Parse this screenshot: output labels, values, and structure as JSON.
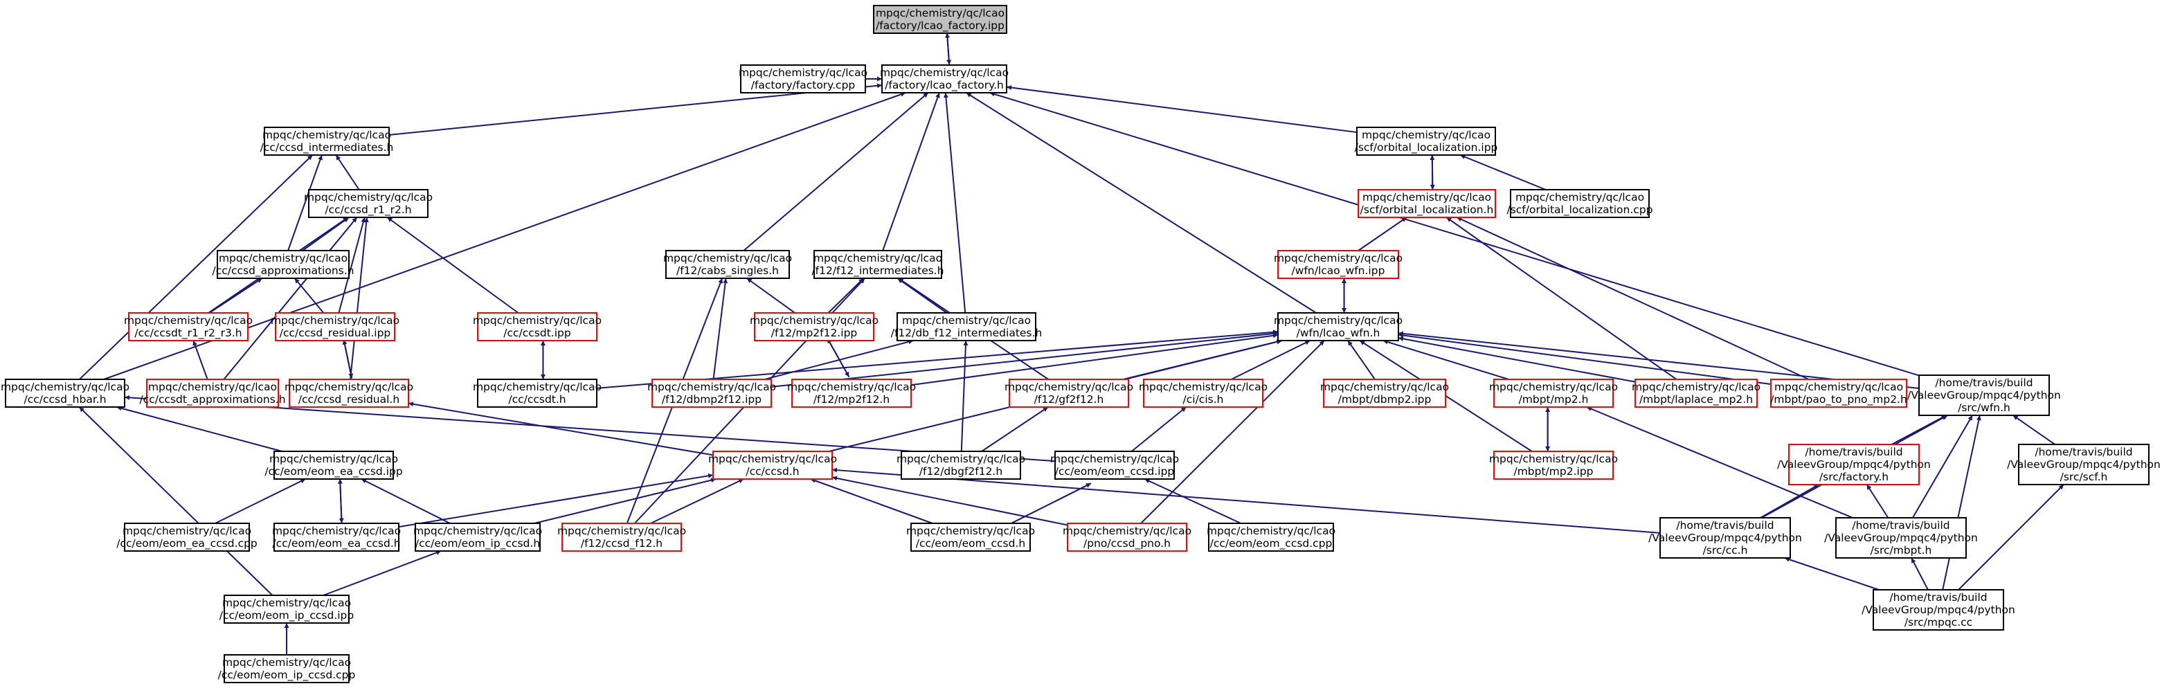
{
  "colors": {
    "edge": "#191970",
    "current_fill": "#bfbfbf",
    "normal_border": "#000000",
    "incomplete_border": "#ff0000"
  },
  "nodes": {
    "lcao_factory_ipp": [
      "mpqc/chemistry/qc/lcao",
      "/factory/lcao_factory.ipp"
    ],
    "factory_cpp": [
      "mpqc/chemistry/qc/lcao",
      "/factory/factory.cpp"
    ],
    "lcao_factory_h": [
      "mpqc/chemistry/qc/lcao",
      "/factory/lcao_factory.h"
    ],
    "ccsd_intermediates_h": [
      "mpqc/chemistry/qc/lcao",
      "/cc/ccsd_intermediates.h"
    ],
    "orbital_localization_ipp": [
      "mpqc/chemistry/qc/lcao",
      "/scf/orbital_localization.ipp"
    ],
    "ccsd_r1_r2_h": [
      "mpqc/chemistry/qc/lcao",
      "/cc/ccsd_r1_r2.h"
    ],
    "orbital_localization_h": [
      "mpqc/chemistry/qc/lcao",
      "/scf/orbital_localization.h"
    ],
    "orbital_localization_cpp": [
      "mpqc/chemistry/qc/lcao",
      "/scf/orbital_localization.cpp"
    ],
    "lcao_wfn_ipp": [
      "mpqc/chemistry/qc/lcao",
      "/wfn/lcao_wfn.ipp"
    ],
    "ccsd_approximations_h": [
      "mpqc/chemistry/qc/lcao",
      "/cc/ccsd_approximations.h"
    ],
    "cabs_singles_h": [
      "mpqc/chemistry/qc/lcao",
      "/f12/cabs_singles.h"
    ],
    "f12_intermediates_h": [
      "mpqc/chemistry/qc/lcao",
      "/f12/f12_intermediates.h"
    ],
    "lcao_wfn_h": [
      "mpqc/chemistry/qc/lcao",
      "/wfn/lcao_wfn.h"
    ],
    "ccsdt_r1_r2_r3_h": [
      "mpqc/chemistry/qc/lcao",
      "/cc/ccsdt_r1_r2_r3.h"
    ],
    "ccsd_residual_ipp": [
      "mpqc/chemistry/qc/lcao",
      "/cc/ccsd_residual.ipp"
    ],
    "ccsdt_ipp": [
      "mpqc/chemistry/qc/lcao",
      "/cc/ccsdt.ipp"
    ],
    "mp2f12_ipp": [
      "mpqc/chemistry/qc/lcao",
      "/f12/mp2f12.ipp"
    ],
    "db_f12_intermediates_h": [
      "mpqc/chemistry/qc/lcao",
      "/f12/db_f12_intermediates.h"
    ],
    "ccsdt_approximations_h": [
      "mpqc/chemistry/qc/lcao",
      "/cc/ccsdt_approximations.h"
    ],
    "ccsd_residual_h": [
      "mpqc/chemistry/qc/lcao",
      "/cc/ccsd_residual.h"
    ],
    "ccsdt_h": [
      "mpqc/chemistry/qc/lcao",
      "/cc/ccsdt.h"
    ],
    "dbmp2f12_ipp": [
      "mpqc/chemistry/qc/lcao",
      "/f12/dbmp2f12.ipp"
    ],
    "mp2f12_h": [
      "mpqc/chemistry/qc/lcao",
      "/f12/mp2f12.h"
    ],
    "gf2f12_h": [
      "mpqc/chemistry/qc/lcao",
      "/f12/gf2f12.h"
    ],
    "cis_h": [
      "mpqc/chemistry/qc/lcao",
      "/ci/cis.h"
    ],
    "dbmp2_ipp": [
      "mpqc/chemistry/qc/lcao",
      "/mbpt/dbmp2.ipp"
    ],
    "mp2_h": [
      "mpqc/chemistry/qc/lcao",
      "/mbpt/mp2.h"
    ],
    "laplace_mp2_h": [
      "mpqc/chemistry/qc/lcao",
      "/mbpt/laplace_mp2.h"
    ],
    "pao_to_pno_mp2_h": [
      "mpqc/chemistry/qc/lcao",
      "/mbpt/pao_to_pno_mp2.h"
    ],
    "py_wfn_h": [
      "/home/travis/build",
      "/ValeevGroup/mpqc4/python",
      "/src/wfn.h"
    ],
    "ccsd_hbar_h": [
      "mpqc/chemistry/qc/lcao",
      "/cc/ccsd_hbar.h"
    ],
    "eom_ea_ccsd_ipp": [
      "mpqc/chemistry/qc/lcao",
      "/cc/eom/eom_ea_ccsd.ipp"
    ],
    "ccsd_h": [
      "mpqc/chemistry/qc/lcao",
      "/cc/ccsd.h"
    ],
    "dbgf2f12_h": [
      "mpqc/chemistry/qc/lcao",
      "/f12/dbgf2f12.h"
    ],
    "eom_ccsd_ipp": [
      "mpqc/chemistry/qc/lcao",
      "/cc/eom/eom_ccsd.ipp"
    ],
    "mp2_ipp": [
      "mpqc/chemistry/qc/lcao",
      "/mbpt/mp2.ipp"
    ],
    "py_factory_h": [
      "/home/travis/build",
      "/ValeevGroup/mpqc4/python",
      "/src/factory.h"
    ],
    "py_scf_h": [
      "/home/travis/build",
      "/ValeevGroup/mpqc4/python",
      "/src/scf.h"
    ],
    "eom_ea_ccsd_cpp": [
      "mpqc/chemistry/qc/lcao",
      "/cc/eom/eom_ea_ccsd.cpp"
    ],
    "eom_ea_ccsd_h": [
      "mpqc/chemistry/qc/lcao",
      "/cc/eom/eom_ea_ccsd.h"
    ],
    "eom_ip_ccsd_h": [
      "mpqc/chemistry/qc/lcao",
      "/cc/eom/eom_ip_ccsd.h"
    ],
    "ccsd_f12_h": [
      "mpqc/chemistry/qc/lcao",
      "/f12/ccsd_f12.h"
    ],
    "eom_ccsd_h": [
      "mpqc/chemistry/qc/lcao",
      "/cc/eom/eom_ccsd.h"
    ],
    "ccsd_pno_h": [
      "mpqc/chemistry/qc/lcao",
      "/pno/ccsd_pno.h"
    ],
    "eom_ccsd_cpp": [
      "mpqc/chemistry/qc/lcao",
      "/cc/eom/eom_ccsd.cpp"
    ],
    "py_cc_h": [
      "/home/travis/build",
      "/ValeevGroup/mpqc4/python",
      "/src/cc.h"
    ],
    "py_mbpt_h": [
      "/home/travis/build",
      "/ValeevGroup/mpqc4/python",
      "/src/mbpt.h"
    ],
    "eom_ip_ccsd_ipp": [
      "mpqc/chemistry/qc/lcao",
      "/cc/eom/eom_ip_ccsd.ipp"
    ],
    "py_mpqc_cc": [
      "/home/travis/build",
      "/ValeevGroup/mpqc4/python",
      "/src/mpqc.cc"
    ],
    "eom_ip_ccsd_cpp": [
      "mpqc/chemistry/qc/lcao",
      "/cc/eom/eom_ip_ccsd.cpp"
    ]
  }
}
